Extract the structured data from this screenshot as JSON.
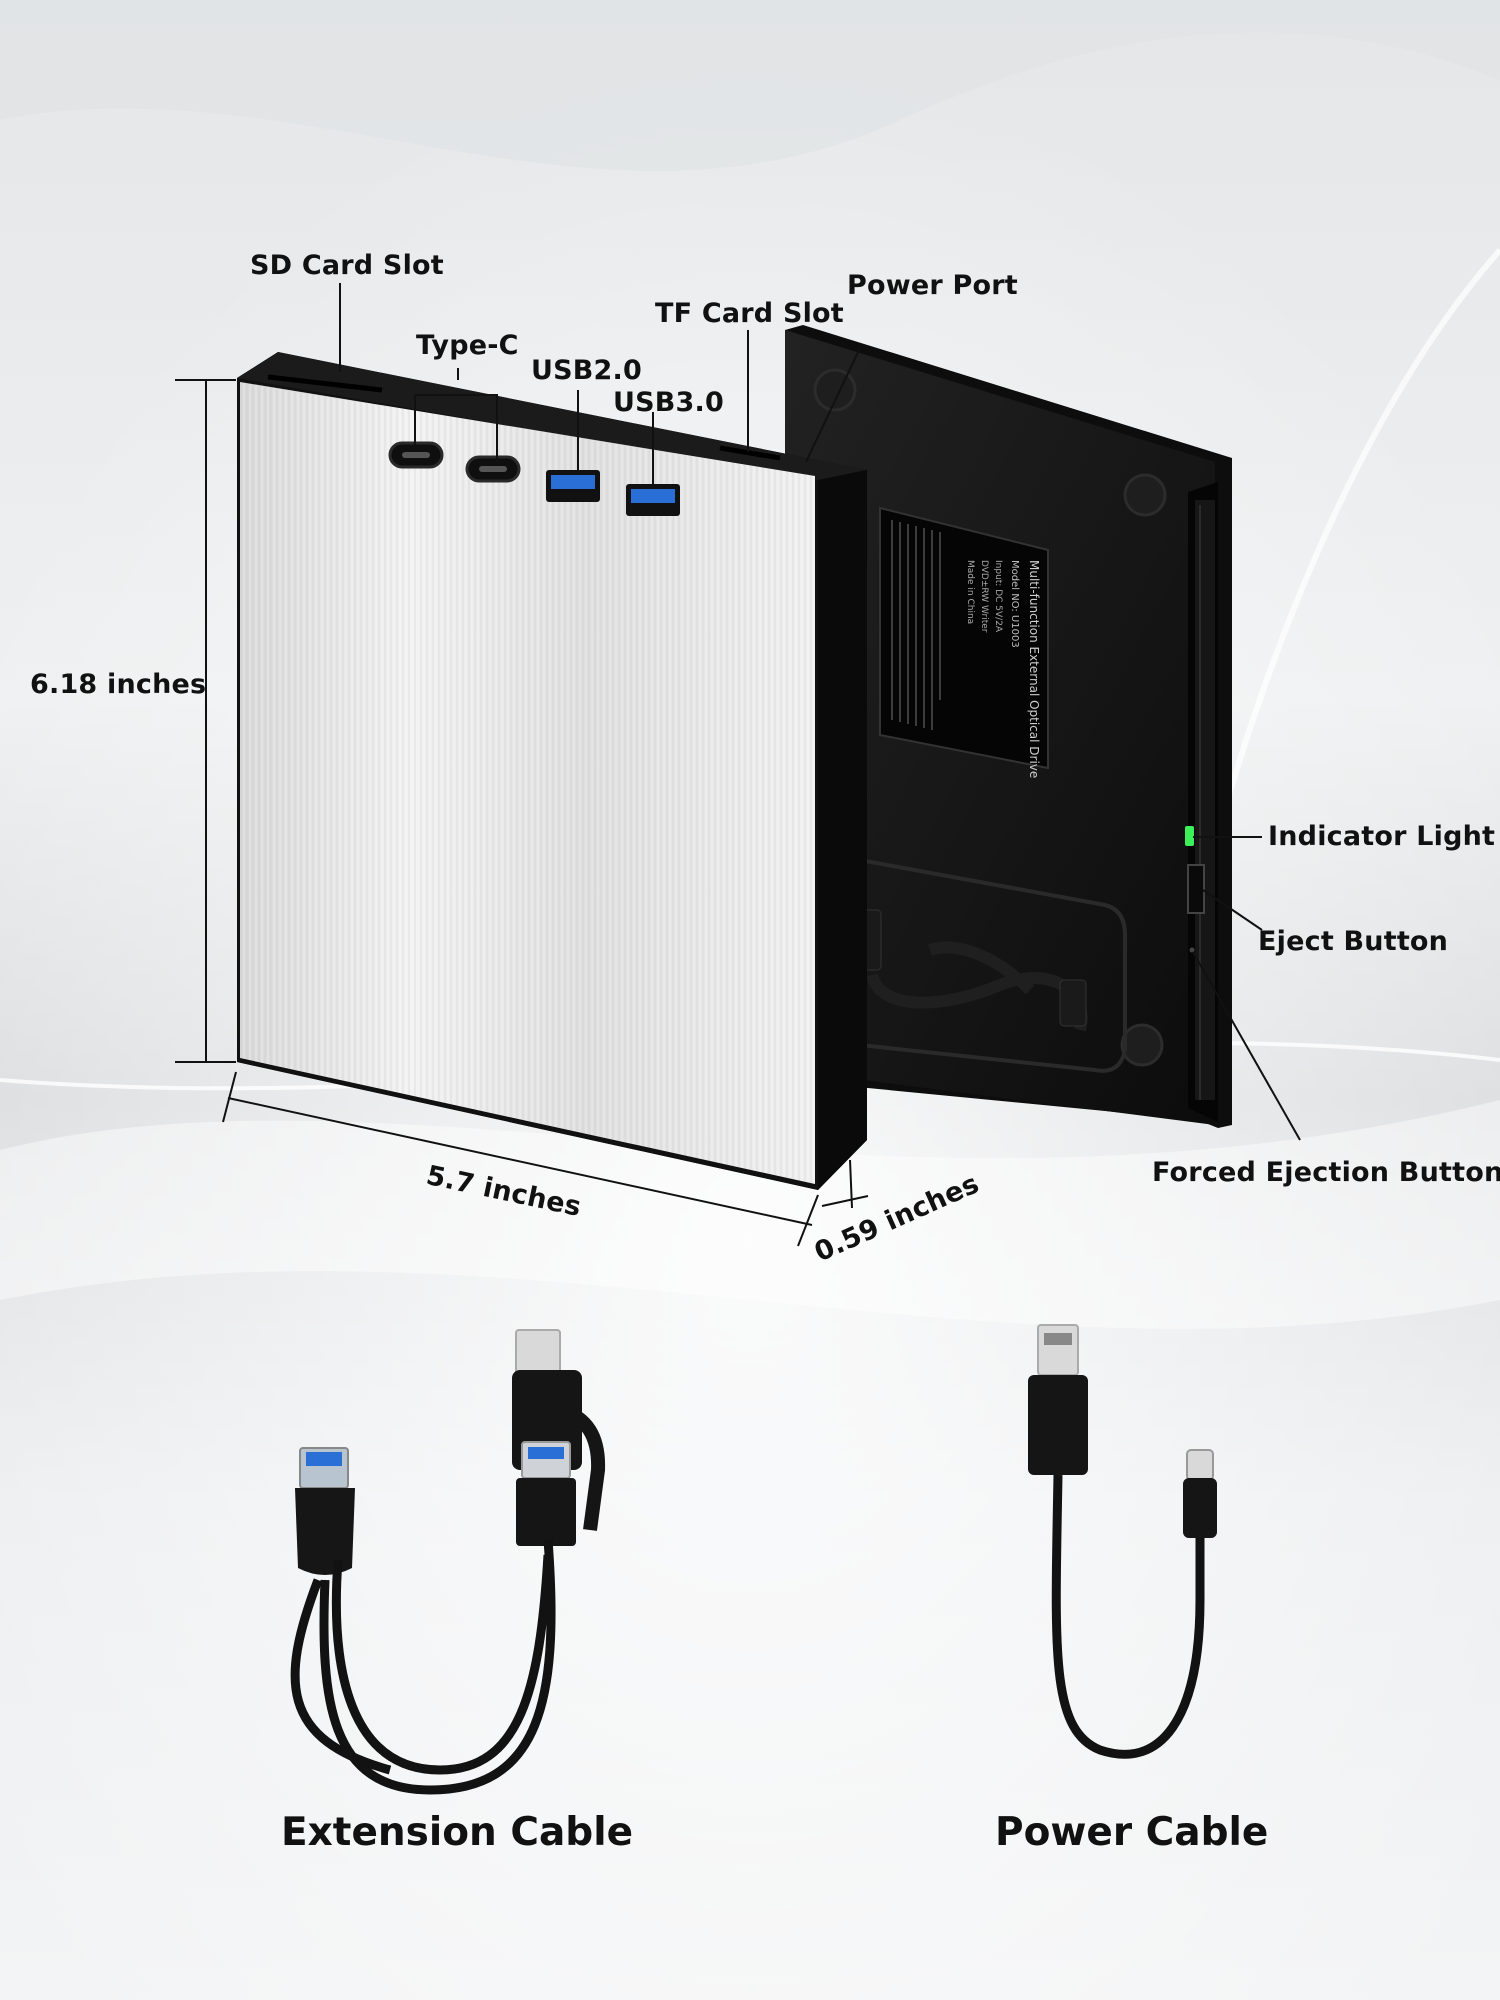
{
  "callouts": {
    "sd_card_slot": "SD Card Slot",
    "type_c": "Type-C",
    "usb2": "USB2.0",
    "usb3": "USB3.0",
    "tf_card_slot": "TF Card Slot",
    "power_port": "Power Port",
    "indicator_light": "Indicator Light",
    "eject_button": "Eject Button",
    "forced_ejection_button": "Forced Ejection Button"
  },
  "dimensions": {
    "height": "6.18 inches",
    "width": "5.7 inches",
    "depth": "0.59 inches"
  },
  "label_sticker": {
    "title": "Multi-function External Optical Drive",
    "model": "Model NO:  U1003",
    "lines": [
      "Input: DC 5V/2A",
      "DVD±RW Writer",
      "Made in China"
    ]
  },
  "accessories": {
    "extension_cable": "Extension Cable",
    "power_cable": "Power Cable"
  },
  "colors": {
    "usb3_blue": "#2a6fd6",
    "indicator_green": "#3cf05a",
    "body_black": "#141414",
    "panel_silver": "#e6e6e6"
  }
}
